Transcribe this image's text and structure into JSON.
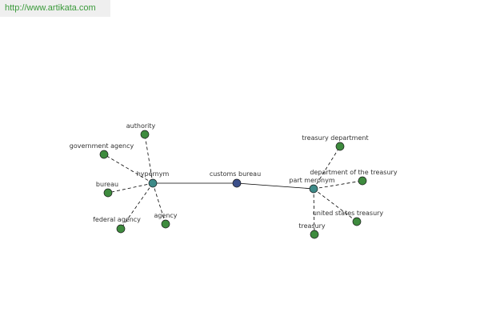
{
  "header": {
    "url": "http://www.artikata.com"
  },
  "colors": {
    "center_node": "#3b4f8a",
    "relation_node": "#3d8a88",
    "leaf_node": "#3e8b3e",
    "edge": "#000000",
    "url_text": "#3a9a3a"
  },
  "graph": {
    "center": {
      "label": "customs bureau"
    },
    "relations": [
      {
        "label": "hypernym"
      },
      {
        "label": "part meronym"
      }
    ],
    "leaves": [
      {
        "label": "authority",
        "relation": 0
      },
      {
        "label": "government agency",
        "relation": 0
      },
      {
        "label": "bureau",
        "relation": 0
      },
      {
        "label": "federal agency",
        "relation": 0
      },
      {
        "label": "agency",
        "relation": 0
      },
      {
        "label": "treasury department",
        "relation": 1
      },
      {
        "label": "department of the treasury",
        "relation": 1
      },
      {
        "label": "united states treasury",
        "relation": 1
      },
      {
        "label": "treasury",
        "relation": 1
      }
    ]
  }
}
